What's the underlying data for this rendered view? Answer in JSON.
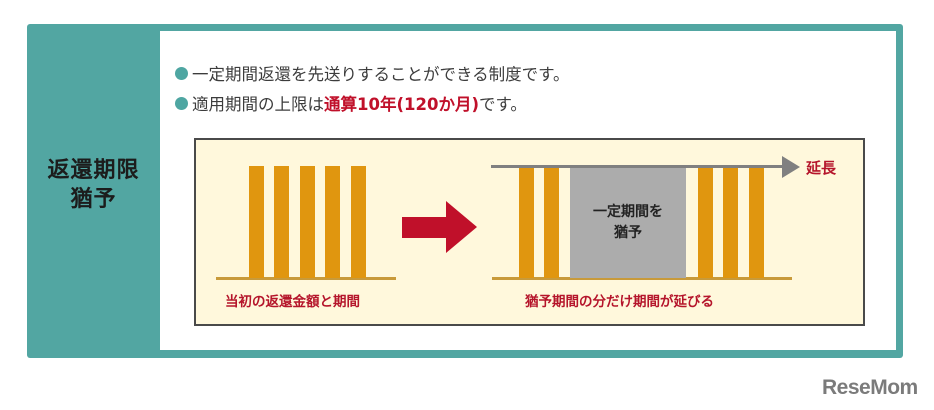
{
  "panel": {
    "title_line1": "返還期限",
    "title_line2": "猶予",
    "bullets": [
      {
        "text": "一定期間返還を先送りすることができる制度です。"
      },
      {
        "prefix": "適用期間の上限は",
        "highlight": "通算10年(120か月)",
        "suffix": "です。"
      }
    ]
  },
  "diagram": {
    "left_caption": "当初の返還金額と期間",
    "deferral_block_line1": "一定期間を",
    "deferral_block_line2": "猶予",
    "extension_label": "延長",
    "right_caption": "猶予期間の分だけ期間が延びる",
    "colors": {
      "bar": "#e0960f",
      "arrow": "#c0102a",
      "deferral_block": "#acacac",
      "background": "#fff8dc",
      "teal": "#52a6a2"
    }
  },
  "branding": {
    "logo": "ReseMom"
  }
}
